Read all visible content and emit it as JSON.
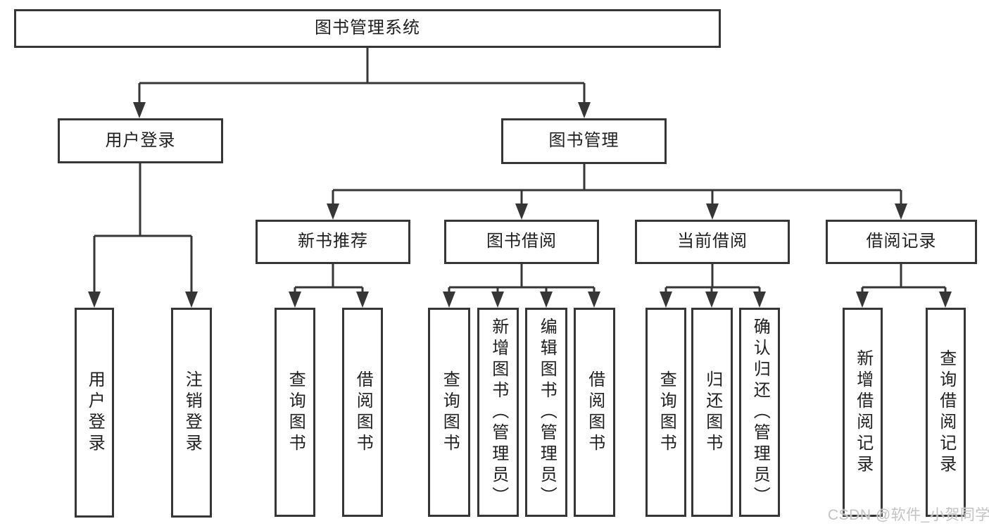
{
  "colors": {
    "line": "#363636",
    "ink": "#1f1f1f",
    "background": "#ffffff",
    "watermark": "#c3c3c3"
  },
  "tree": {
    "root": {
      "label": "图书管理系统"
    },
    "children": [
      {
        "label": "用户登录",
        "children": [
          {
            "label": "用户登录"
          },
          {
            "label": "注销登录"
          }
        ]
      },
      {
        "label": "图书管理",
        "children": [
          {
            "label": "新书推荐",
            "children": [
              {
                "label": "查询图书"
              },
              {
                "label": "借阅图书"
              }
            ]
          },
          {
            "label": "图书借阅",
            "children": [
              {
                "label": "查询图书"
              },
              {
                "label": "新增图书（管理员）"
              },
              {
                "label": "编辑图书（管理员）"
              },
              {
                "label": "借阅图书"
              }
            ]
          },
          {
            "label": "当前借阅",
            "children": [
              {
                "label": "查询图书"
              },
              {
                "label": "归还图书"
              },
              {
                "label": "确认归还（管理员）"
              }
            ]
          },
          {
            "label": "借阅记录",
            "children": [
              {
                "label": "新增借阅记录"
              },
              {
                "label": "查询借阅记录"
              }
            ]
          }
        ]
      }
    ]
  },
  "watermark": {
    "text": "CSDN @软件_小贺同学"
  }
}
